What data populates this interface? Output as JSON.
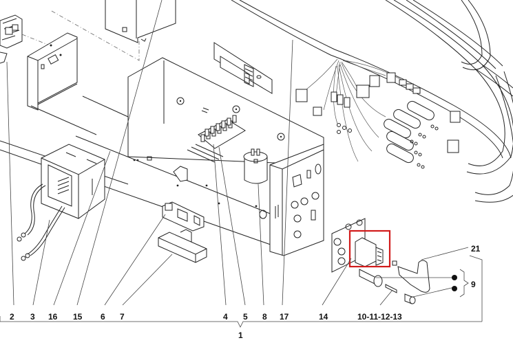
{
  "diagram": {
    "type": "exploded-parts-view",
    "subject": "electrical control box assembly",
    "assembly_label": "1",
    "callouts_bottom": [
      "2",
      "3",
      "16",
      "15",
      "6",
      "7",
      "4",
      "5",
      "8",
      "17",
      "14",
      "10-11-12-13"
    ],
    "callouts_right": [
      "21",
      "9"
    ],
    "highlight": {
      "color": "#d11a1a",
      "target": "fuse holder / switch module"
    }
  }
}
